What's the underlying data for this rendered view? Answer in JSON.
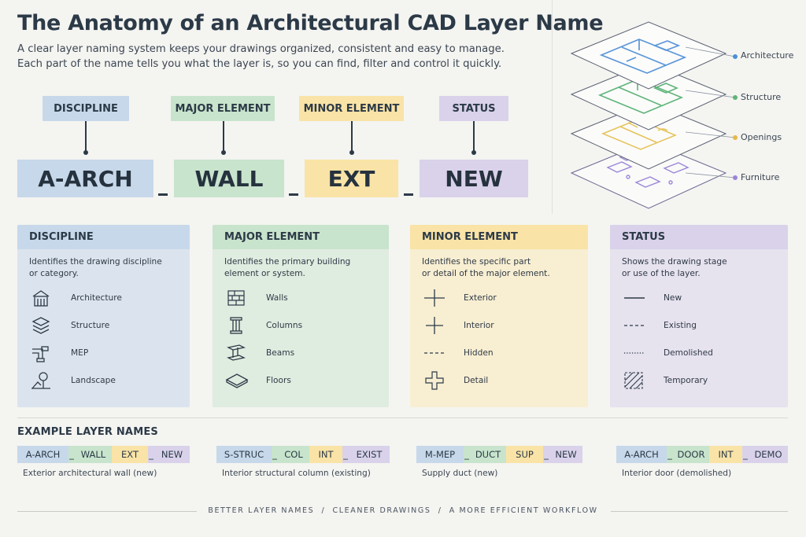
{
  "title": "The Anatomy of an Architectural CAD Layer Name",
  "subtitle": [
    "A clear layer naming system keeps your drawings organized, consistent and easy to manage.",
    "Each part of the name tells you what the layer is, so you can find, filter and control it quickly."
  ],
  "anatomy": {
    "labels": [
      "DISCIPLINE",
      "MAJOR ELEMENT",
      "MINOR ELEMENT",
      "STATUS"
    ],
    "segments": [
      "A-ARCH",
      "WALL",
      "EXT",
      "NEW"
    ],
    "separator": "_"
  },
  "stack_labels": [
    "Architecture",
    "Structure",
    "Openings",
    "Furniture"
  ],
  "colors": {
    "blue": "#c7d8ea",
    "green": "#c8e4cc",
    "yellow": "#f9e3a6",
    "purple": "#d9d2ea",
    "dark": "#2c3a47"
  },
  "panels": [
    {
      "title": "DISCIPLINE",
      "desc": [
        "Identifies the drawing discipline",
        "or category."
      ],
      "items": [
        {
          "icon": "house-icon",
          "label": "Architecture"
        },
        {
          "icon": "layers-icon",
          "label": "Structure"
        },
        {
          "icon": "pipe-icon",
          "label": "MEP"
        },
        {
          "icon": "tree-icon",
          "label": "Landscape"
        }
      ]
    },
    {
      "title": "MAJOR ELEMENT",
      "desc": [
        "Identifies the primary building",
        "element or system."
      ],
      "items": [
        {
          "icon": "brick-wall-icon",
          "label": "Walls"
        },
        {
          "icon": "column-icon",
          "label": "Columns"
        },
        {
          "icon": "i-beam-icon",
          "label": "Beams"
        },
        {
          "icon": "floor-slab-icon",
          "label": "Floors"
        }
      ]
    },
    {
      "title": "MINOR ELEMENT",
      "desc": [
        "Identifies the specific part",
        "or detail of the major element."
      ],
      "items": [
        {
          "icon": "exterior-cross-icon",
          "label": "Exterior"
        },
        {
          "icon": "interior-cross-icon",
          "label": "Interior"
        },
        {
          "icon": "dashed-line-icon",
          "label": "Hidden"
        },
        {
          "icon": "detail-cross-icon",
          "label": "Detail"
        }
      ]
    },
    {
      "title": "STATUS",
      "desc": [
        "Shows the drawing stage",
        "or use of the layer."
      ],
      "items": [
        {
          "icon": "solid-line-icon",
          "label": "New"
        },
        {
          "icon": "dashed-line-icon",
          "label": "Existing"
        },
        {
          "icon": "dotted-line-icon",
          "label": "Demolished"
        },
        {
          "icon": "hatch-icon",
          "label": "Temporary"
        }
      ]
    }
  ],
  "examples_title": "EXAMPLE LAYER NAMES",
  "examples": [
    {
      "parts": [
        "A-ARCH",
        "WALL",
        "EXT",
        "NEW"
      ],
      "desc": "Exterior architectural wall (new)"
    },
    {
      "parts": [
        "S-STRUC",
        "COL",
        "INT",
        "EXIST"
      ],
      "desc": "Interior structural column (existing)"
    },
    {
      "parts": [
        "M-MEP",
        "DUCT",
        "SUP",
        "NEW"
      ],
      "desc": "Supply duct (new)"
    },
    {
      "parts": [
        "A-ARCH",
        "DOOR",
        "INT",
        "DEMO"
      ],
      "desc": "Interior door (demolished)"
    }
  ],
  "footer": "BETTER LAYER NAMES  /  CLEANER DRAWINGS  /  A MORE EFFICIENT WORKFLOW"
}
